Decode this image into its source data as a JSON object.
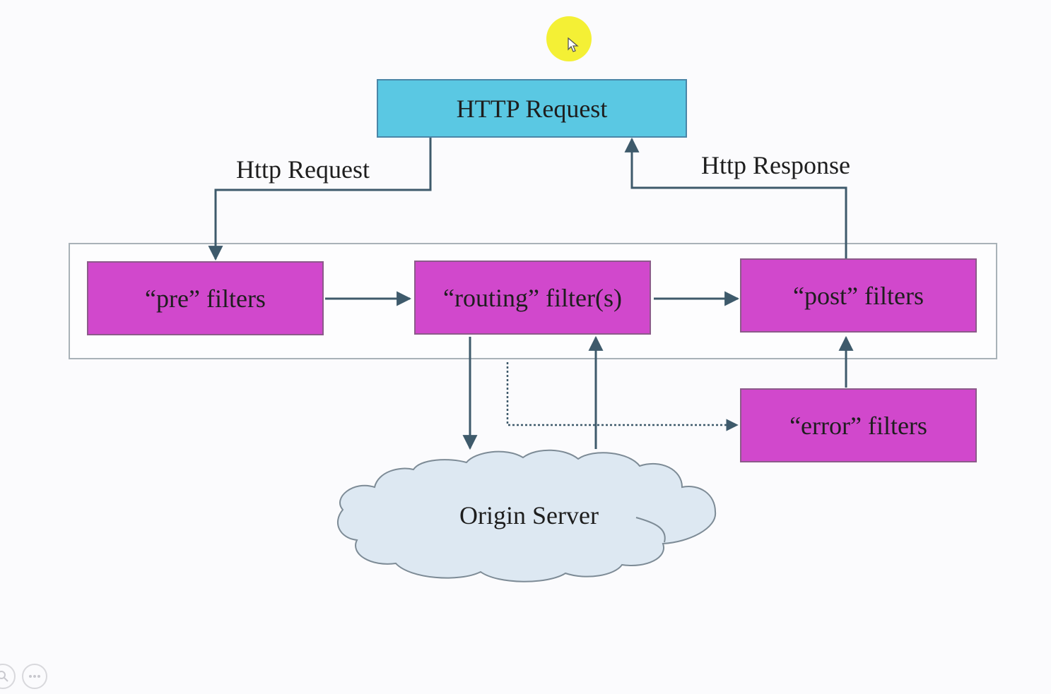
{
  "nodes": {
    "http_request_top": "HTTP Request",
    "pre_filters": "“pre” filters",
    "routing_filters": "“routing” filter(s)",
    "post_filters": "“post” filters",
    "error_filters": "“error” filters",
    "origin_server": "Origin Server"
  },
  "edge_labels": {
    "request": "Http Request",
    "response": "Http Response"
  },
  "colors": {
    "filter_box": "#d148cc",
    "request_box": "#5ac8e3",
    "cloud_fill": "#dde8f2",
    "arrow": "#3e5a6b"
  },
  "player_controls": {
    "zoom_icon": "magnifier-icon",
    "more_icon": "ellipsis-icon"
  }
}
